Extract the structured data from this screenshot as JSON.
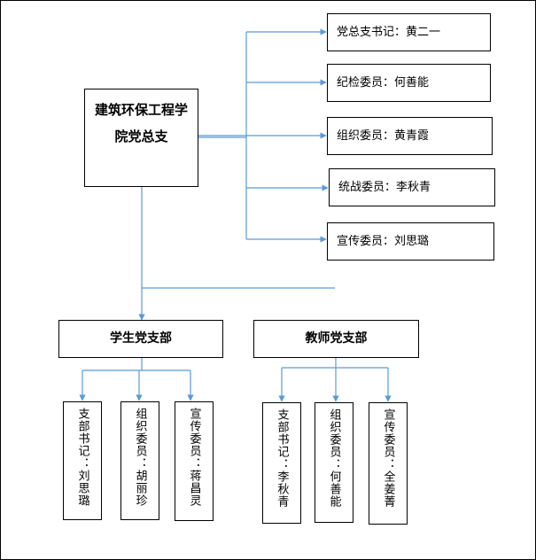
{
  "root": {
    "title_line1": "建筑环保工程学",
    "title_line2": "院党总支"
  },
  "committee": [
    {
      "label": "党总支书记：黄二一"
    },
    {
      "label": "纪检委员：何善能"
    },
    {
      "label": "组织委员：黄青霞"
    },
    {
      "label": "统战委员：李秋青"
    },
    {
      "label": "宣传委员：刘思璐"
    }
  ],
  "branches": [
    {
      "name": "学生党支部",
      "members": [
        {
          "label": "支部书记：刘思璐"
        },
        {
          "label": "组织委员：胡丽珍"
        },
        {
          "label": "宣传委员：蒋昌灵"
        }
      ]
    },
    {
      "name": "教师党支部",
      "members": [
        {
          "label": "支部书记：李秋青"
        },
        {
          "label": "组织委员：何善能"
        },
        {
          "label": "宣传委员：全姜菁"
        }
      ]
    }
  ],
  "colors": {
    "connector": "#5b9bd5",
    "box_border": "#000000"
  }
}
